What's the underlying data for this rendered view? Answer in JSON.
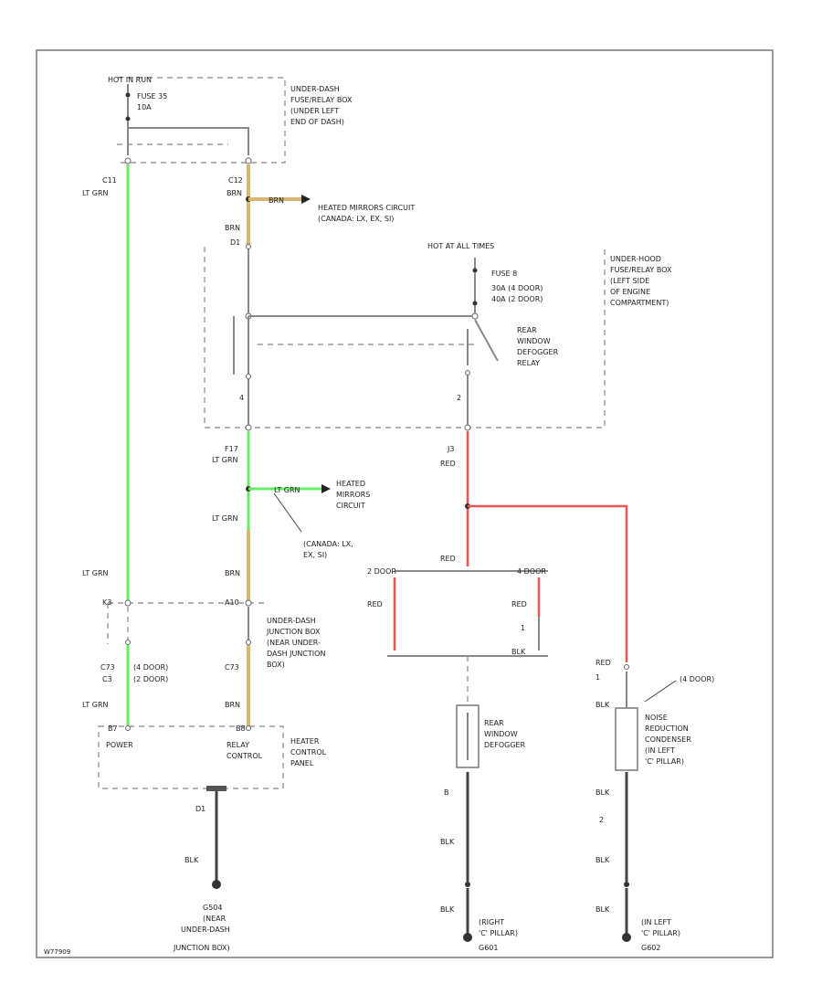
{
  "labels": {
    "hot_run_start": "HOT IN RUN",
    "fuse_top_1": "FUSE 35",
    "fuse_top_2": "10A",
    "underdash_box_1": "UNDER-DASH",
    "underdash_box_2": "FUSE/RELAY BOX",
    "underdash_box_3": "(UNDER LEFT",
    "underdash_box_4": "END OF DASH)",
    "conn_c11": "C11",
    "conn_c12": "C12",
    "wire_lt_grn": "LT GRN",
    "wire_brn": "BRN",
    "conn_d1": "D1",
    "heated_mirrors_1a": "HEATED MIRRORS CIRCUIT",
    "heated_mirrors_1b": "(CANADA: LX, EX, SI)",
    "hot_all_times": "HOT AT ALL TIMES",
    "fuse_b_1": "FUSE 8",
    "fuse_b_2": "30A (4 DOOR)",
    "fuse_b_3": "40A (2 DOOR)",
    "underhood_1": "UNDER-HOOD",
    "underhood_2": "FUSE/RELAY BOX",
    "underhood_3": "(LEFT SIDE",
    "underhood_4": "OF ENGINE",
    "underhood_5": "COMPARTMENT)",
    "relay_1": "REAR",
    "relay_2": "WINDOW",
    "relay_3": "DEFOGGER",
    "relay_4": "RELAY",
    "pin_4": "4",
    "pin_2": "2",
    "conn_f17": "F17",
    "conn_j3": "J3",
    "wire_red": "RED",
    "heated_mirrors_2a": "HEATED",
    "heated_mirrors_2b": "MIRRORS",
    "heated_mirrors_2c": "CIRCUIT",
    "canada_1": "(CANADA: LX,",
    "canada_2": "EX, SI)",
    "door2": "2 DOOR",
    "door4": "4 DOOR",
    "conn_k3": "K3",
    "conn_a10": "A10",
    "junction_1": "UNDER-DASH",
    "junction_2": "JUNCTION BOX",
    "junction_3": "(NEAR UNDER-",
    "junction_4": "DASH JUNCTION",
    "junction_5": "BOX)",
    "conn_c73": "C73",
    "conn_c3": "C3",
    "door_4_paren": "(4 DOOR)",
    "door_2_paren": "(2 DOOR)",
    "pin_1": "1",
    "wire_blk": "BLK",
    "door_4_right": "(4 DOOR)",
    "pin_b7": "B7",
    "pin_b8": "B8",
    "power": "POWER",
    "relay_ctrl_1": "RELAY",
    "relay_ctrl_2": "CONTROL",
    "heater_1": "HEATER",
    "heater_2": "CONTROL",
    "heater_3": "PANEL",
    "defogger_1": "REAR",
    "defogger_2": "WINDOW",
    "defogger_3": "DEFOGGER",
    "noise_1": "NOISE",
    "noise_2": "REDUCTION",
    "noise_3": "CONDENSER",
    "noise_4": "(IN LEFT",
    "noise_5": "'C' PILLAR)",
    "pin_d1": "D1",
    "pin_b": "B",
    "gnd_left_1": "G504",
    "gnd_left_2": "(NEAR",
    "gnd_left_3": "UNDER-DASH",
    "gnd_left_4": "JUNCTION BOX)",
    "gnd_mid_1": "(RIGHT",
    "gnd_mid_2": "'C' PILLAR)",
    "gnd_mid_3": "G601",
    "gnd_right_1": "(IN LEFT",
    "gnd_right_2": "'C' PILLAR)",
    "gnd_right_3": "G602",
    "footer_code": "W77909"
  }
}
